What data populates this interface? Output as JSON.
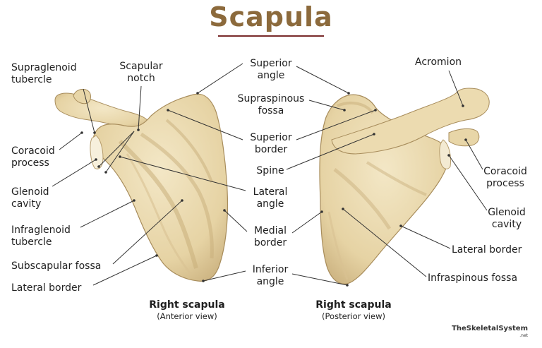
{
  "title": "Scapula",
  "labels": {
    "supraglenoid_tubercle": "Supraglenoid\ntubercle",
    "scapular_notch": "Scapular\nnotch",
    "superior_angle": "Superior\nangle",
    "supraspinous_fossa": "Supraspinous\nfossa",
    "superior_border": "Superior\nborder",
    "spine": "Spine",
    "lateral_angle": "Lateral\nangle",
    "medial_border": "Medial\nborder",
    "inferior_angle": "Inferior\nangle",
    "acromion": "Acromion",
    "coracoid_process_left": "Coracoid\nprocess",
    "glenoid_cavity_left": "Glenoid\ncavity",
    "infraglenoid_tubercle": "Infraglenoid\ntubercle",
    "subscapular_fossa": "Subscapular fossa",
    "lateral_border_left": "Lateral border",
    "coracoid_process_right": "Coracoid\nprocess",
    "glenoid_cavity_right": "Glenoid\ncavity",
    "lateral_border_right": "Lateral border",
    "infraspinous_fossa": "Infraspinous fossa"
  },
  "captions": {
    "anterior_main": "Right scapula",
    "anterior_sub": "(Anterior view)",
    "posterior_main": "Right scapula",
    "posterior_sub": "(Posterior view)"
  },
  "brand": {
    "name": "TheSkeletalSystem",
    "tld": ".net"
  },
  "colors": {
    "title": "#8c6a3c",
    "title_rule": "#7a2b2b",
    "bone_fill": "#ecdcb4",
    "bone_shadow": "#c9b07e",
    "bone_edge": "#9c8456",
    "leader": "#333333"
  }
}
